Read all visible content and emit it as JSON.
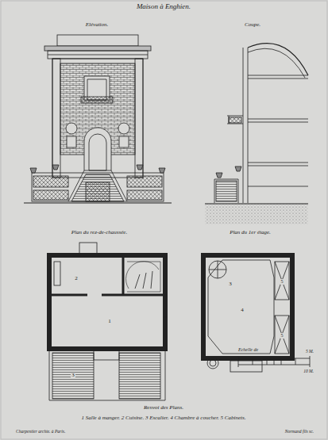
{
  "diagram": {
    "title": "Maison à Enghien.",
    "labels": [
      "Elévation.",
      "Coupe.",
      "Plan du rez-de-chaussée.",
      "Plan du 1er étage.",
      "2",
      "1",
      "3",
      "3",
      "4",
      "5",
      "5",
      "Echelle de",
      "5 M.",
      "10 M.",
      "Renvoi des Plans.",
      "1 Salle à manger. 2 Cuisine. 3 Escalier. 4 Chambre à coucher. 5 Cabinets.",
      "Charpentier archte. à Paris.",
      "Normand fils sc."
    ]
  }
}
